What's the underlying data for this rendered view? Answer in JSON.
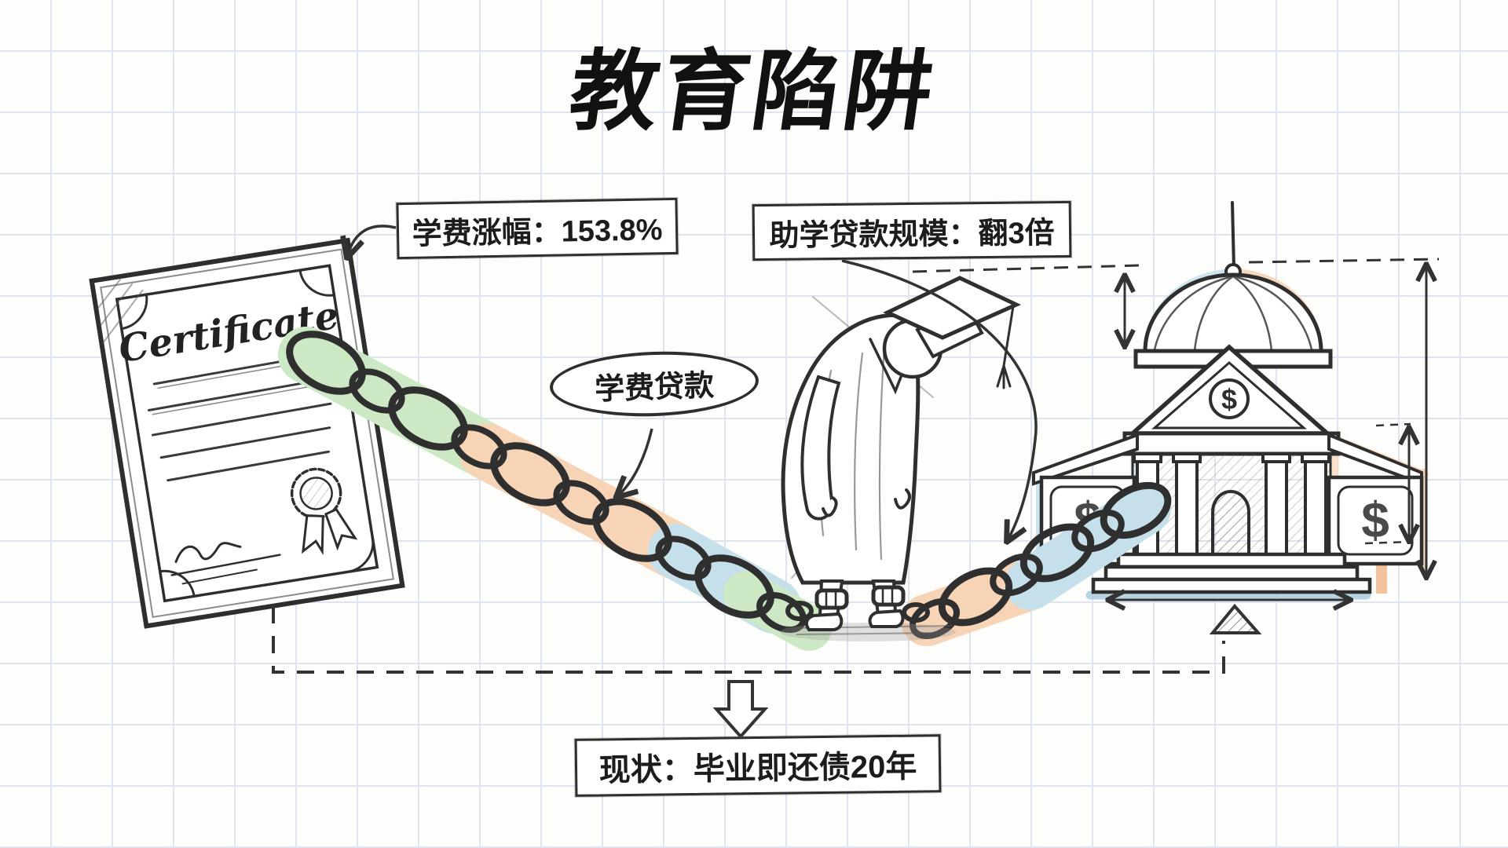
{
  "title": "教育陷阱",
  "annotations": {
    "tuition_increase": "学费涨幅：153.8%",
    "loan_scale": "助学贷款规模：翻3倍",
    "tuition_loan": "学费贷款",
    "status": "现状：毕业即还债20年"
  },
  "certificate": {
    "heading": "Certificate"
  },
  "bank": {
    "dollar": "$"
  },
  "colors": {
    "ink": "#2f2f2f",
    "grid": "#dde4ed",
    "highlight_green": "#cde8c4",
    "highlight_orange": "#f7d4b6",
    "highlight_blue": "#c5e0ea",
    "paper": "#fdfdfc"
  }
}
